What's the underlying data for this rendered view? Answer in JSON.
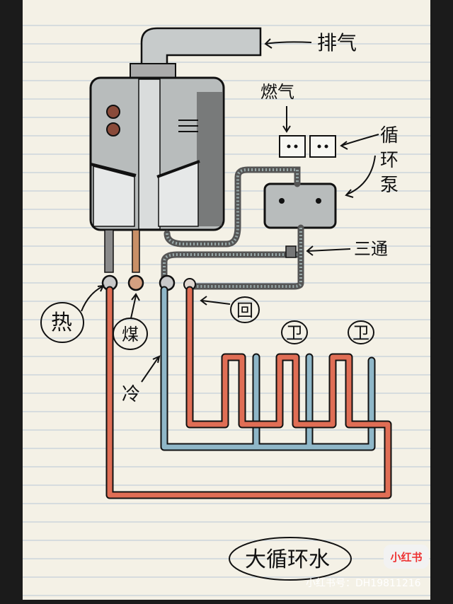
{
  "labels": {
    "exhaust": "排气",
    "gas": "燃气",
    "pump": "循环泵",
    "tee": "三通",
    "return": "回",
    "hot": "热",
    "gas_pipe": "煤",
    "cold": "冷",
    "faucet_a": "卫",
    "faucet_b": "卫",
    "caption": "大循环水"
  },
  "watermark": {
    "badge": "小红书",
    "id_text": "小红书号：DH19811216"
  },
  "colors": {
    "paper": "#f4f1e6",
    "line": "#b9c8d6",
    "hot": "#e06e55",
    "cold": "#8fb7c8",
    "gas": "#d49a72",
    "heater": "#b8bcbc",
    "ink": "#111111"
  }
}
